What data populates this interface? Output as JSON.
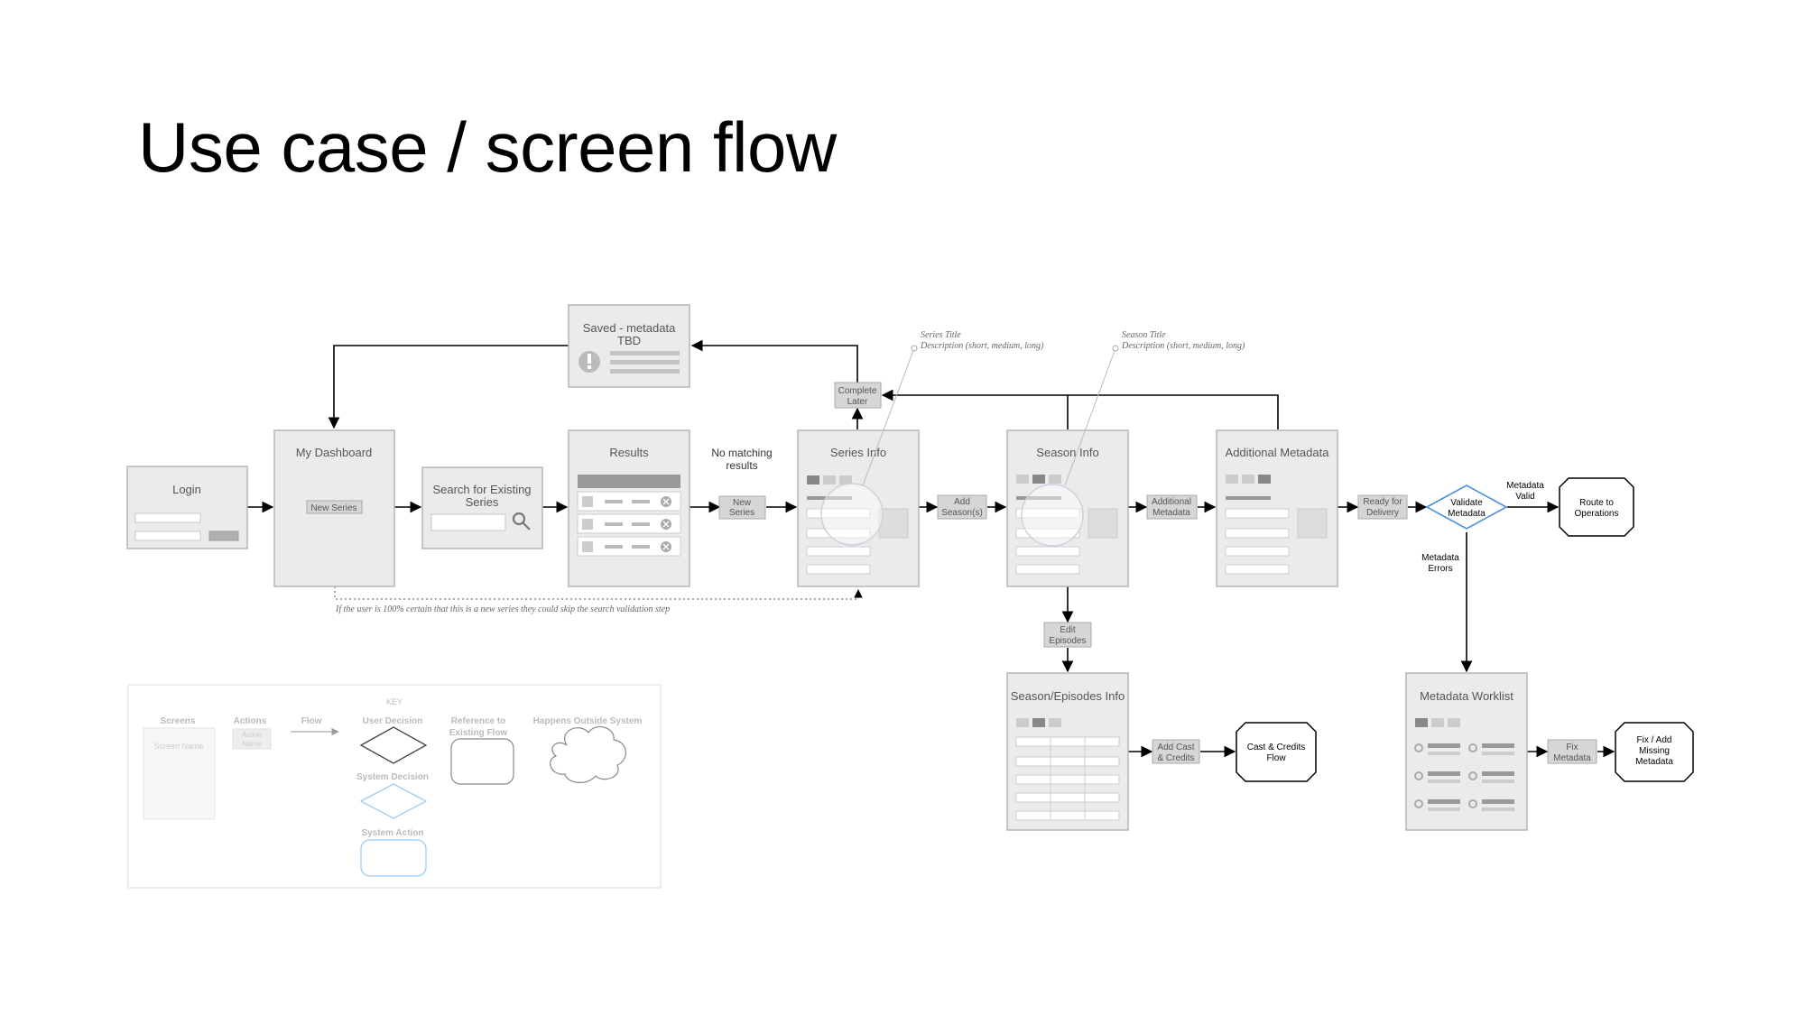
{
  "page": {
    "title": "Use case / screen flow"
  },
  "screens": {
    "login": "Login",
    "dashboard": "My Dashboard",
    "search": [
      "Search for Existing",
      "Series"
    ],
    "results": "Results",
    "saved": [
      "Saved - metadata",
      "TBD"
    ],
    "series_info": "Series Info",
    "season_info": "Season Info",
    "additional": "Additional Metadata",
    "episodes": "Season/Episodes Info",
    "worklist": "Metadata Worklist"
  },
  "actions": {
    "new_series_dash": "New Series",
    "new_series": [
      "New",
      "Series"
    ],
    "complete_later": [
      "Complete",
      "Later"
    ],
    "add_seasons": [
      "Add",
      "Season(s)"
    ],
    "additional_metadata": [
      "Additional",
      "Metadata"
    ],
    "ready_delivery": [
      "Ready for",
      "Delivery"
    ],
    "edit_episodes": [
      "Edit",
      "Episodes"
    ],
    "add_cast": [
      "Add Cast",
      "& Credits"
    ],
    "fix_metadata": [
      "Fix",
      "Metadata"
    ]
  },
  "decision": {
    "validate": [
      "Validate",
      "Metadata"
    ]
  },
  "references": {
    "route_ops": [
      "Route to",
      "Operations"
    ],
    "cast_flow": [
      "Cast & Credits",
      "Flow"
    ],
    "fix_missing": [
      "Fix / Add",
      "Missing",
      "Metadata"
    ]
  },
  "flow_labels": {
    "no_matching": [
      "No matching",
      "results"
    ],
    "metadata_valid": [
      "Metadata",
      "Valid"
    ],
    "metadata_errors": [
      "Metadata",
      "Errors"
    ]
  },
  "annotations": {
    "series": [
      "Series Title",
      "Description (short, medium, long)"
    ],
    "season": [
      "Season Title",
      "Description (short, medium, long)"
    ],
    "skip_note": "If the user is 100% certain that this is a new series they could skip the search validation step"
  },
  "key": {
    "title": "KEY",
    "screens": "Screens",
    "screen_name": "Screen Name",
    "actions": "Actions",
    "action_name": [
      "Action",
      "Name"
    ],
    "flow": "Flow",
    "user_decision": "User Decision",
    "system_decision": "System Decision",
    "system_action": "System Action",
    "reference": [
      "Reference to",
      "Existing Flow"
    ],
    "outside": "Happens Outside System"
  },
  "colors": {
    "screen_fill": "#ebebeb",
    "screen_stroke": "#b5b5b5",
    "action_fill": "#d6d6d6",
    "decision_stroke": "#4a90d9",
    "line": "#000000"
  }
}
